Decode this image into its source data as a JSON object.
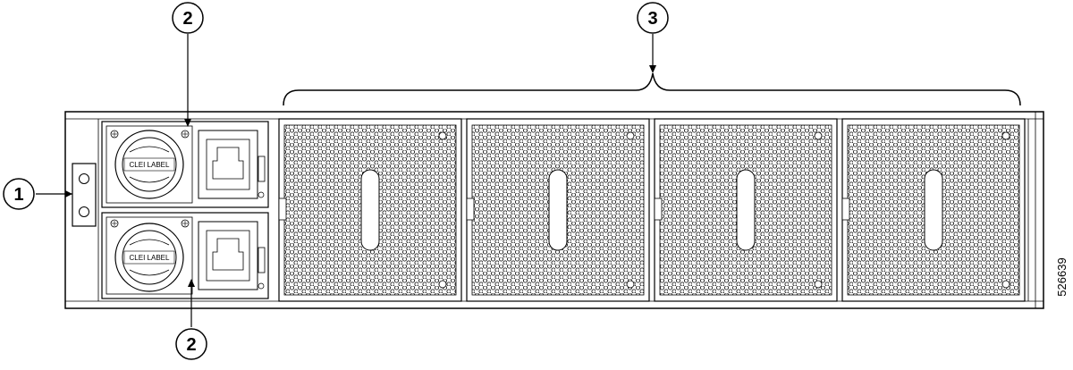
{
  "callouts": {
    "chassis_handle": "1",
    "psu_top": "2",
    "psu_bottom": "2",
    "fan_modules": "3"
  },
  "psu": {
    "label_top": "CLEI  LABEL",
    "label_bottom": "CLEI  LABEL"
  },
  "figure_id": "526639",
  "colors": {
    "stroke": "#000000",
    "background": "#ffffff"
  }
}
